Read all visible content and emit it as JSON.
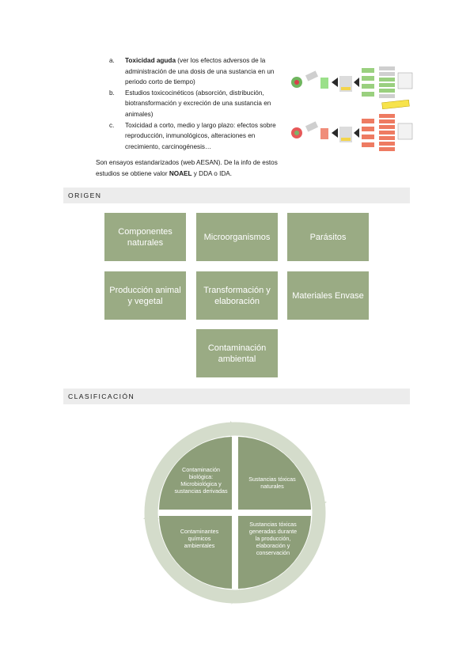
{
  "list": [
    {
      "marker": "a.",
      "bold": "Toxicidad aguda",
      "text": " (ver los efectos adversos de la administración de una dosis de una sustancia en un periodo corto de tiempo)"
    },
    {
      "marker": "b.",
      "bold": "",
      "text": "Estudios toxicocinéticos (absorción, distribución, biotransformación y excreción de una sustancia en animales)"
    },
    {
      "marker": "c.",
      "bold": "",
      "text": "Toxicidad a corto, medio y largo plazo: efectos sobre reproducción, inmunológicos, alteraciones en crecimiento, carcinogénesis…"
    }
  ],
  "paragraph": {
    "text1": "Son ensayos estandarizados (web AESAN). De la info de estos estudios se obtiene valor ",
    "bold": "NOAEL",
    "text2": " y DDA o IDA."
  },
  "sections": {
    "origen": "ORIGEN",
    "clasificacion": "CLASIFICACIÓN"
  },
  "origen_boxes": [
    "Componentes naturales",
    "Microorganismos",
    "Parásitos",
    "Producción animal y vegetal",
    "Transformación y elaboración",
    "Materiales Envase",
    "Contaminación ambiental"
  ],
  "cycle": {
    "top_left": [
      "Contaminación",
      "biológica:",
      "Microbiológica y",
      "sustancias derivadas"
    ],
    "top_right": [
      "Sustancias tóxicas",
      "naturales"
    ],
    "bottom_left": [
      "Contaminantes",
      "químicos",
      "ambientales"
    ],
    "bottom_right": [
      "Sustancias tóxicas",
      "generadas durante",
      "la producción,",
      "elaboración y",
      "conservación"
    ]
  },
  "colors": {
    "box_fill": "#9aab84",
    "ring": "#d4dccb",
    "quadrant": "#8d9e79",
    "bar": "#ececec"
  }
}
